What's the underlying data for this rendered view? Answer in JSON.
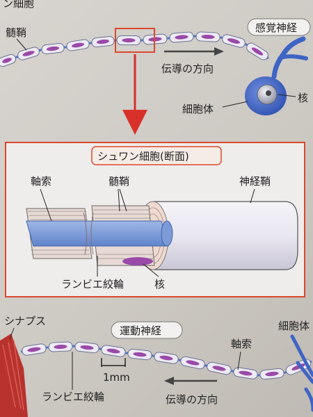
{
  "top": {
    "section_label_partial": "ン細胞",
    "myelin_sheath": "髄鞘",
    "sensory_nerve": "感覚神経",
    "conduction_direction": "伝導の方向",
    "cell_body": "細胞体",
    "nucleus": "核"
  },
  "detail": {
    "title": "シュワン細胞(断面)",
    "axon": "軸索",
    "myelin_sheath": "髄鞘",
    "neurilemma": "神経鞘",
    "node_of_ranvier": "ランビエ絞輪",
    "nucleus": "核"
  },
  "bottom": {
    "synapse": "シナプス",
    "motor_nerve": "運動神経",
    "cell_body": "細胞体",
    "axon": "軸索",
    "scale": "1mm",
    "node_of_ranvier": "ランビエ絞輪",
    "conduction_direction": "伝導の方向"
  },
  "colors": {
    "frame": "#d9492c",
    "arrow": "#d8312a",
    "axon": "#4f78c6",
    "schwann": "#e6e3ee",
    "nucleus": "#9a4aa8",
    "cell_body": "#3e64c4"
  }
}
